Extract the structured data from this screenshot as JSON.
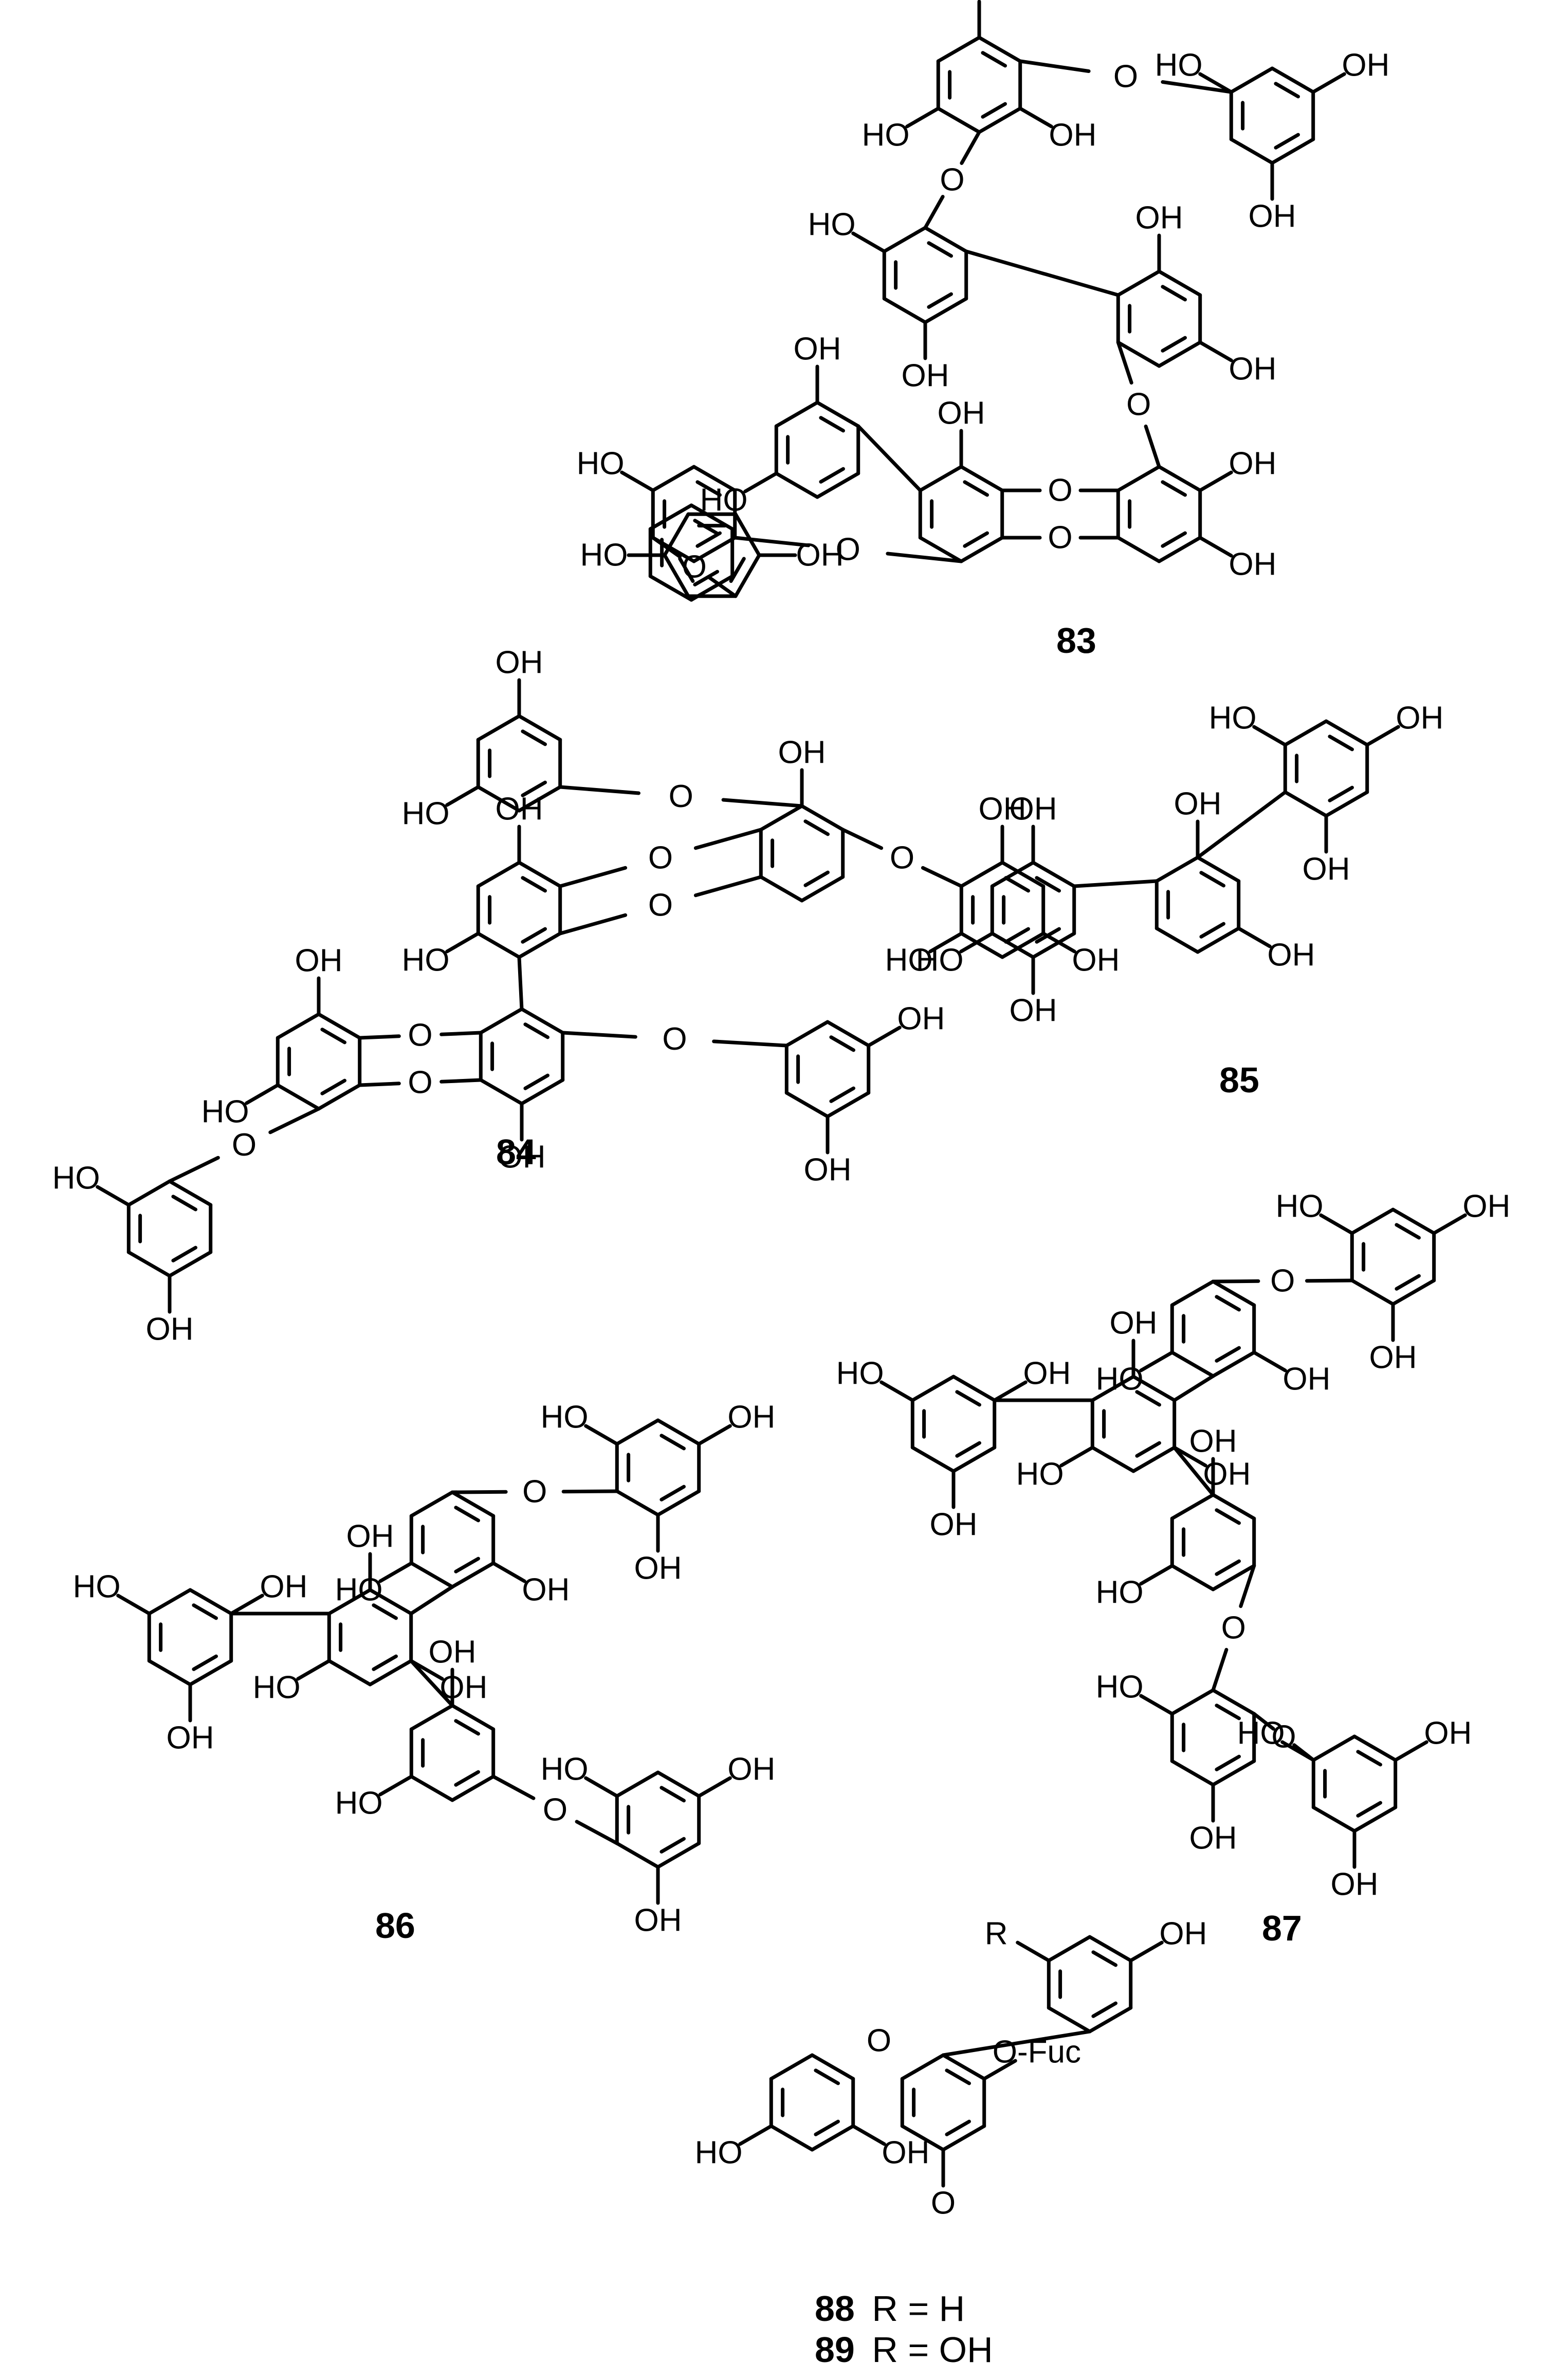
{
  "atom_labels": {
    "hydroxyl": "OH",
    "hydroxyl_left": "HO",
    "ether_oxygen": "O",
    "fucoside": "O-Fuc",
    "substituent": "R"
  },
  "compounds": [
    {
      "id": "83"
    },
    {
      "id": "84"
    },
    {
      "id": "85"
    },
    {
      "id": "86"
    },
    {
      "id": "87"
    },
    {
      "id": "88",
      "r_definition": "R = H"
    },
    {
      "id": "89",
      "r_definition": "R = OH"
    }
  ]
}
